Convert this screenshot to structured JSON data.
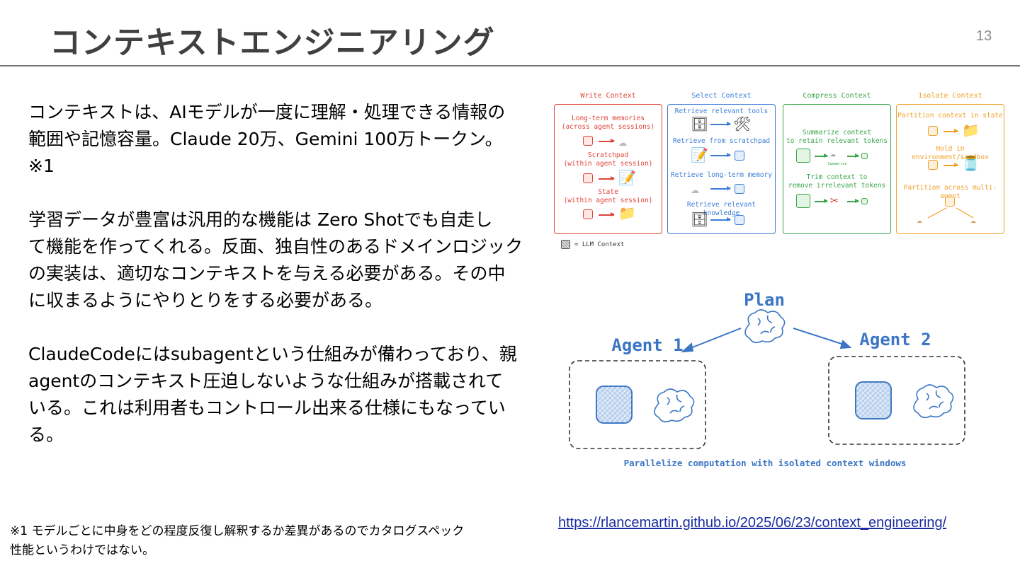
{
  "slide": {
    "title": "コンテキストエンジニアリング",
    "page_number": "13"
  },
  "body": {
    "paragraphs": [
      "コンテキストは、AIモデルが一度に理解・処理できる情報の\n範囲や記憶容量。Claude 20万、Gemini 100万トークン。\n※1",
      "学習データが豊富は汎用的な機能は Zero Shotでも自走し\nて機能を作ってくれる。反面、独自性のあるドメインロジック\nの実装は、適切なコンテキストを与える必要がある。その中\nに収まるようにやりとりをする必要がある。",
      "ClaudeCodeにはsubagentという仕組みが備わっており、親\nagentのコンテキスト圧迫しないような仕組みが搭載されて\nいる。これは利用者もコントロール出来る仕様にもなってい\nる。"
    ]
  },
  "footnote": "※1 モデルごとに中身をどの程度反復し解釈するか差異があるのでカタログスペック\n性能というわけではない。",
  "reference_link": "https://rlancemartin.github.io/2025/06/23/context_engineering/",
  "diagram_context": {
    "columns": [
      {
        "title": "Write Context",
        "color": "#e0443a",
        "fill": "#fde8e6",
        "items": [
          "Long-term memories\n(across agent sessions)",
          "Scratchpad\n(within agent session)",
          "State\n(within agent session)"
        ]
      },
      {
        "title": "Select Context",
        "color": "#3b7dd8",
        "fill": "#e3eefb",
        "items": [
          "Retrieve relevant tools",
          "Retrieve from scratchpad",
          "Retrieve long-term memory",
          "Retrieve relevant knowledge"
        ]
      },
      {
        "title": "Compress Context",
        "color": "#3aa64a",
        "fill": "#e4f5e6",
        "items": [
          "Summarize context\nto retain relevant tokens",
          "Trim context to\nremove irrelevant tokens"
        ],
        "summarize_tag": "Summarize"
      },
      {
        "title": "Isolate Context",
        "color": "#f0a028",
        "fill": "#fdf0dc",
        "items": [
          "Partition context in state",
          "Hold in environment/sandbox",
          "Partition across multi-agent"
        ]
      }
    ],
    "legend": "= LLM Context"
  },
  "diagram_agents": {
    "plan_label": "Plan",
    "agent1_label": "Agent 1",
    "agent2_label": "Agent 2",
    "caption": "Parallelize computation with isolated context windows",
    "color": "#3b76c4"
  }
}
